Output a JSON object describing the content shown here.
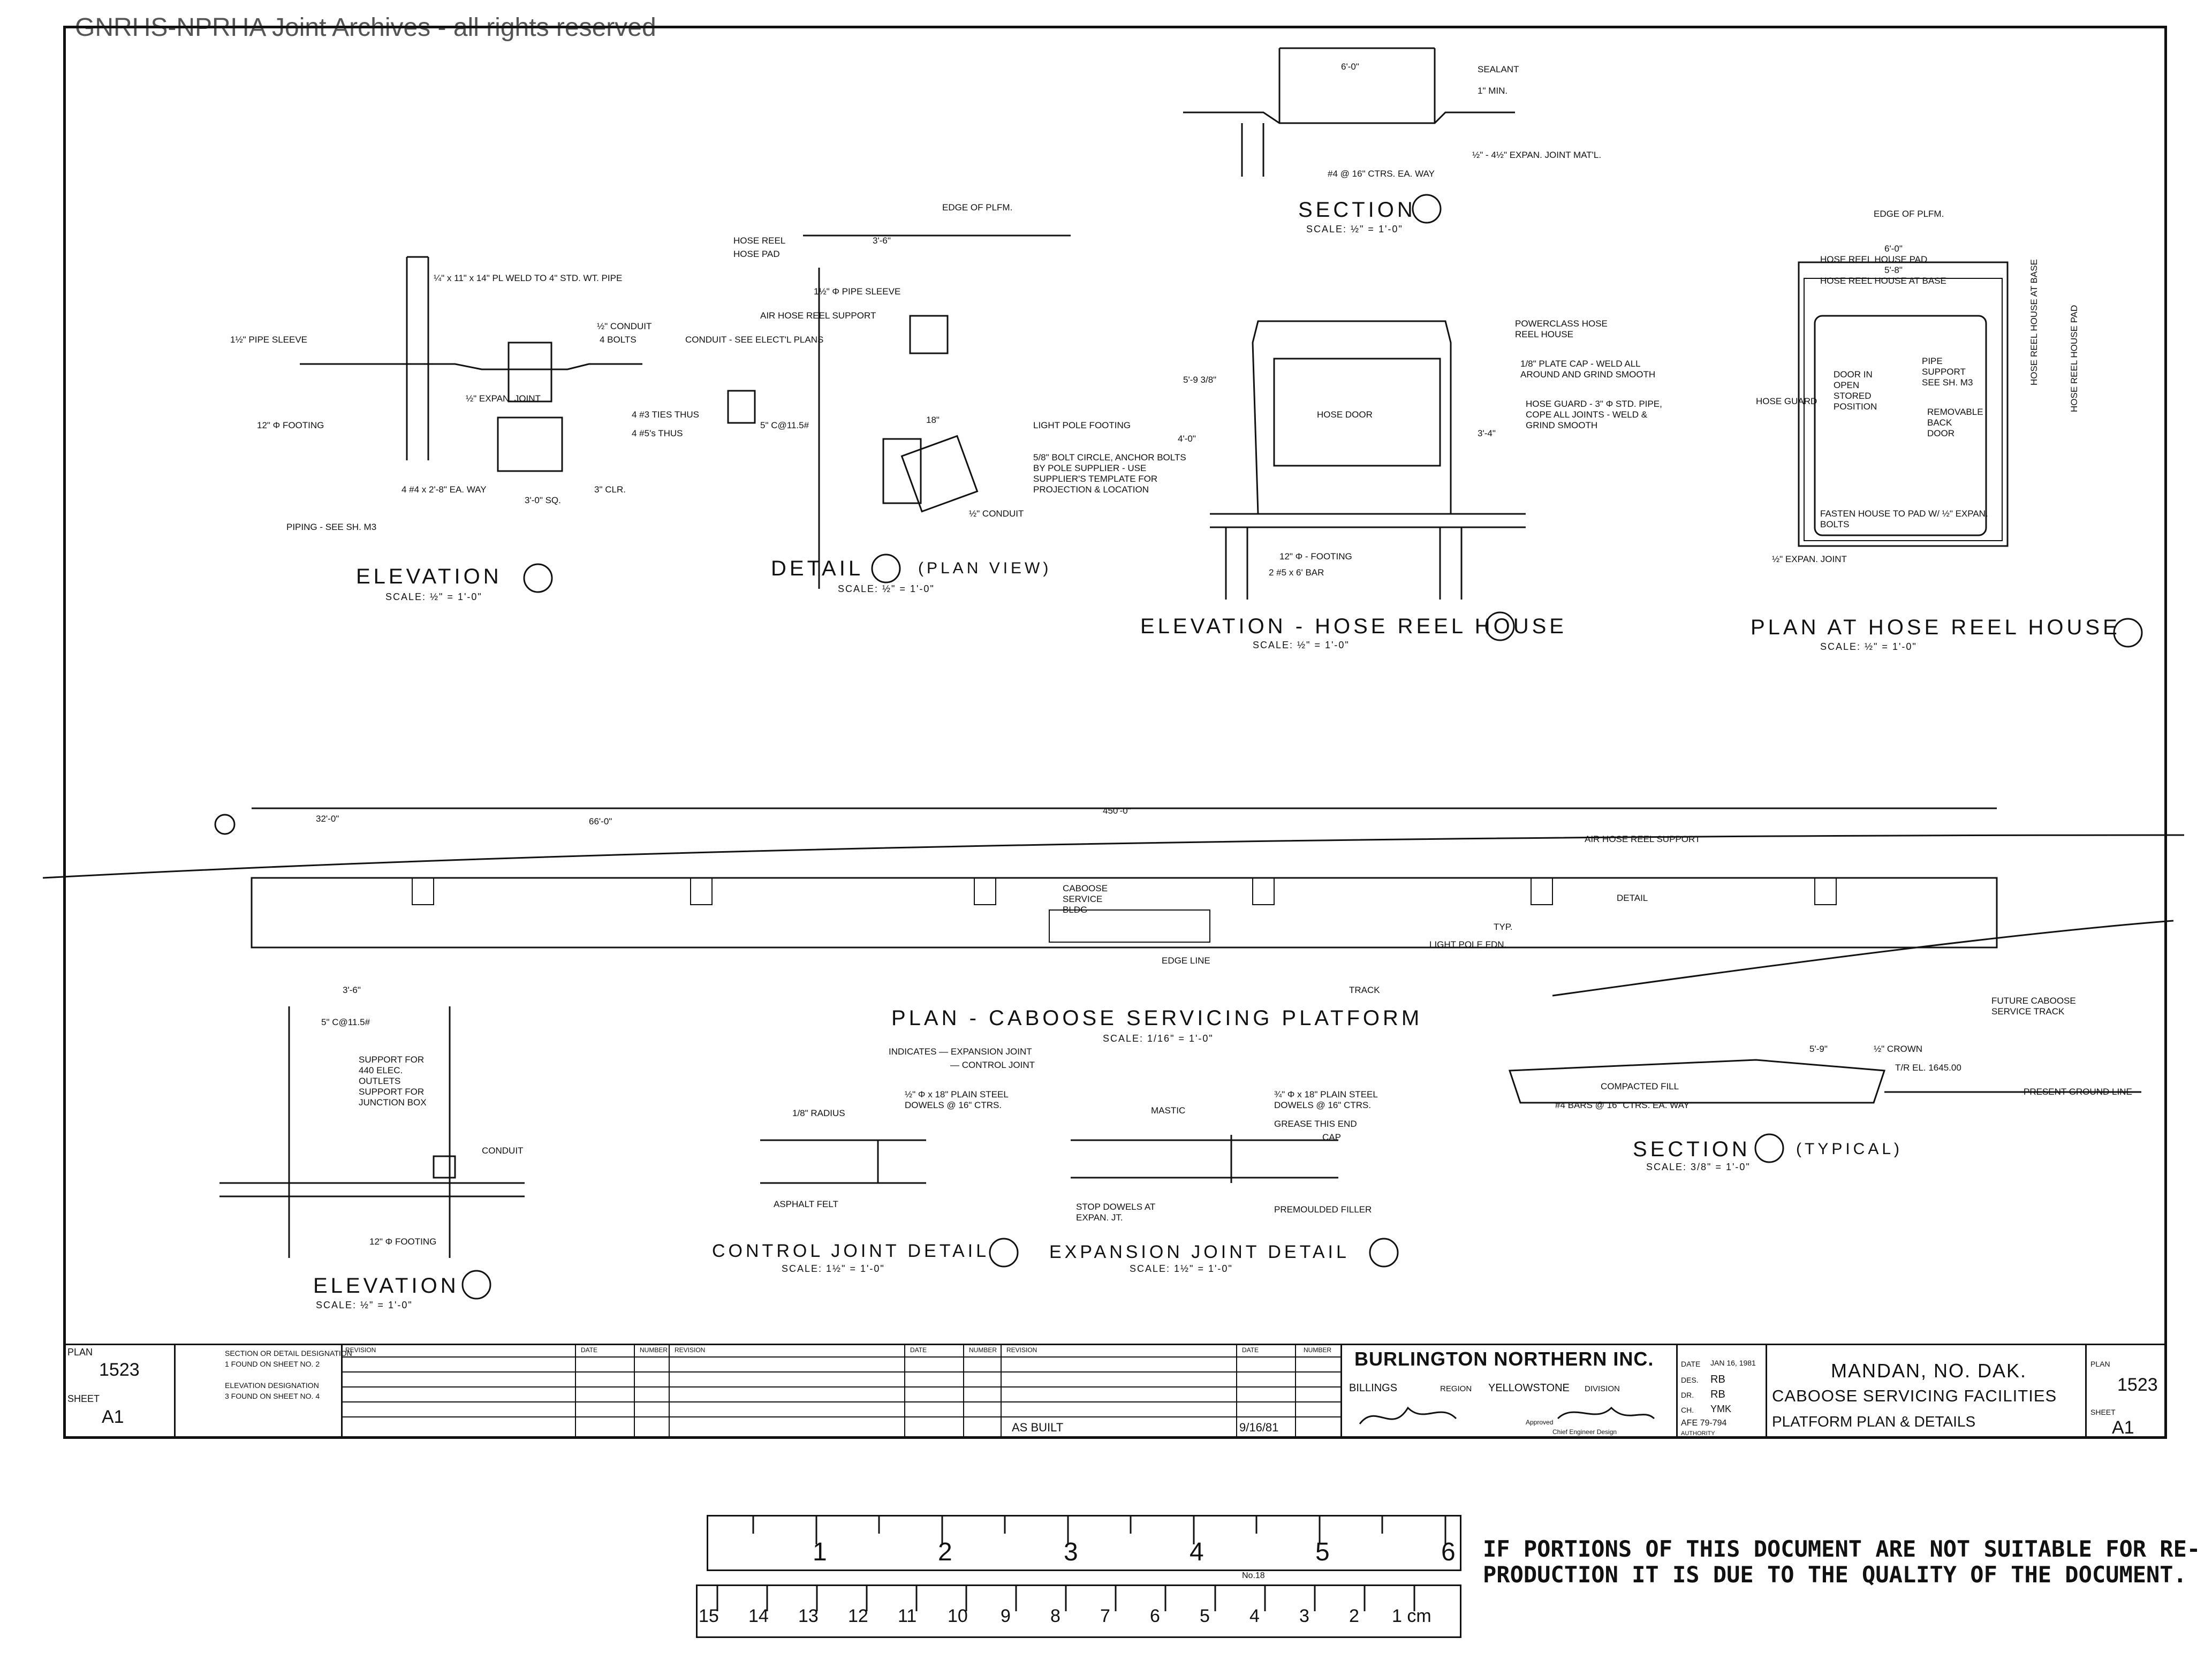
{
  "watermark": "GNRHS-NPRHA Joint Archives - all rights reserved",
  "views": {
    "section_1": {
      "title": "SECTION",
      "scale": "SCALE: ½\" = 1'-0\"",
      "notes": [
        "6'-0\"",
        "SEALANT",
        "1\" MIN.",
        "½\" - 4½\" EXPAN. JOINT MAT'L.",
        "#4 @ 16\" CTRS. EA. WAY"
      ]
    },
    "elevation_7": {
      "title": "ELEVATION",
      "scale": "SCALE: ½\" = 1'-0\"",
      "notes": [
        "¼\" x 11\" x 14\" PL WELD TO 4\" STD. WT. PIPE",
        "½\" CONDUIT",
        "4 BOLTS",
        "1½\" PIPE SLEEVE",
        "½\" EXPAN. JOINT",
        "4 #3 TIES THUS",
        "4 #5's THUS",
        "12\" Φ FOOTING",
        "4 #4 x 2'-8\" EA. WAY",
        "3'-0\" SQ.",
        "3\" CLR.",
        "PIPING - SEE SH. M3"
      ]
    },
    "detail_6": {
      "title": "DETAIL",
      "subtitle": "(PLAN VIEW)",
      "scale": "SCALE: ½\" = 1'-0\"",
      "notes": [
        "EDGE OF PLFM.",
        "HOSE REEL",
        "HOSE PAD",
        "3'-6\"",
        "1½\" Φ PIPE SLEEVE",
        "AIR HOSE REEL SUPPORT",
        "CONDUIT - SEE ELECT'L PLANS",
        "5\" C@11.5#",
        "18\"",
        "LIGHT POLE FOOTING",
        "5/8\" BOLT CIRCLE, ANCHOR BOLTS BY POLE SUPPLIER - USE SUPPLIER'S TEMPLATE FOR PROJECTION & LOCATION",
        "½\" CONDUIT"
      ]
    },
    "elevation_5": {
      "title": "ELEVATION - HOSE REEL HOUSE",
      "scale": "SCALE: ½\" = 1'-0\"",
      "notes": [
        "POWERCLASS HOSE REEL HOUSE",
        "1/8\" PLATE CAP - WELD ALL AROUND AND GRIND SMOOTH",
        "HOSE GUARD - 3\" Φ STD. PIPE, COPE ALL JOINTS - WELD & GRIND SMOOTH",
        "HOSE DOOR",
        "5'-9 3/8\"",
        "4'-0\"",
        "3'-4\"",
        "12\" Φ - FOOTING",
        "2 #5 x 6' BAR"
      ]
    },
    "plan_4": {
      "title": "PLAN AT HOSE REEL HOUSE",
      "scale": "SCALE: ½\" = 1'-0\"",
      "notes": [
        "EDGE OF PLFM.",
        "6'-0\"",
        "5'-8\"",
        "HOSE REEL HOUSE PAD",
        "HOSE REEL HOUSE AT BASE",
        "HOSE GUARD",
        "PIPE SUPPORT SEE SH. M3",
        "DOOR IN OPEN STORED POSITION",
        "REMOVABLE BACK DOOR",
        "FASTEN HOUSE TO PAD W/ ½\" EXPAN. BOLTS",
        "½\" EXPAN. JOINT",
        "HOSE REEL HOUSE AT BASE",
        "HOSE REEL HOUSE PAD"
      ]
    },
    "plan_platform": {
      "title": "PLAN - CABOOSE SERVICING PLATFORM",
      "scale": "SCALE: 1/16\" = 1'-0\"",
      "legend": [
        "INDICATES — EXPANSION JOINT",
        "— CONTROL JOINT"
      ],
      "notes": [
        "450'-0\"",
        "66'-0\"",
        "32'-0\"",
        "CABOOSE SERVICE BLDG",
        "EDGE LINE",
        "TRACK",
        "AIR HOSE REEL SUPPORT",
        "LIGHT POLE FDN.",
        "DETAIL",
        "TYP."
      ]
    },
    "elevation_8": {
      "title": "ELEVATION",
      "scale": "SCALE: ½\" = 1'-0\"",
      "notes": [
        "3'-6\"",
        "5\" C@11.5#",
        "SUPPORT FOR 440 ELEC. OUTLETS SUPPORT FOR JUNCTION BOX",
        "CONDUIT",
        "12\" Φ FOOTING"
      ]
    },
    "control_joint": {
      "title": "CONTROL JOINT DETAIL",
      "scale": "SCALE: 1½\" = 1'-0\"",
      "notes": [
        "1/8\" RADIUS",
        "½\" Φ x 18\" PLAIN STEEL DOWELS @ 16\" CTRS.",
        "ASPHALT FELT"
      ]
    },
    "expansion_joint": {
      "title": "EXPANSION JOINT DETAIL",
      "scale": "SCALE: 1½\" = 1'-0\"",
      "notes": [
        "MASTIC",
        "¾\" Φ x 18\" PLAIN STEEL DOWELS @ 16\" CTRS.",
        "GREASE THIS END",
        "CAP",
        "PREMOULDED FILLER",
        "STOP DOWELS AT EXPAN. JT."
      ]
    },
    "section_2": {
      "title": "SECTION",
      "subtitle": "(TYPICAL)",
      "scale": "SCALE: 3/8\" = 1'-0\"",
      "notes": [
        "FUTURE CABOOSE SERVICE TRACK",
        "½\" CROWN",
        "T/R EL. 1645.00",
        "PRESENT GROUND LINE",
        "COMPACTED FILL",
        "#4 BARS @ 16\" CTRS. EA. WAY",
        "5'-9\""
      ]
    }
  },
  "titleblock": {
    "plan_label": "PLAN",
    "plan_no": "1523",
    "sheet_label": "SHEET",
    "sheet_no": "A1",
    "key": [
      "SECTION OR DETAIL DESIGNATION",
      "1 FOUND ON SHEET NO. 2",
      "ELEVATION DESIGNATION",
      "3 FOUND ON SHEET NO. 4"
    ],
    "rev_headers": [
      "REVISION",
      "DATE",
      "NUMBER",
      "REVISION",
      "DATE",
      "NUMBER",
      "REVISION",
      "DATE",
      "NUMBER"
    ],
    "as_built": "AS BUILT",
    "as_built_date": "9/16/81",
    "company": "BURLINGTON NORTHERN INC.",
    "region_line": [
      "BILLINGS",
      "REGION",
      "YELLOWSTONE",
      "DIVISION"
    ],
    "approved_label": "Approved",
    "engineer_label": "Chief Engineer Design",
    "date_label": "DATE",
    "date": "JAN 16, 1981",
    "des_label": "DES.",
    "des": "RB",
    "dr_label": "DR.",
    "dr": "RB",
    "ch_label": "CH.",
    "ch": "YMK",
    "afe": "AFE 79-794",
    "authority": "AUTHORITY",
    "project": [
      "MANDAN, NO. DAK.",
      "CABOOSE SERVICING FACILITIES",
      "PLATFORM PLAN & DETAILS"
    ]
  },
  "ruler": {
    "inches": [
      "1",
      "2",
      "3",
      "4",
      "5",
      "6"
    ],
    "cm": [
      "1 cm",
      "2",
      "3",
      "4",
      "5",
      "6",
      "7",
      "8",
      "9",
      "10",
      "11",
      "12",
      "13",
      "14",
      "15"
    ],
    "model": "No.18"
  },
  "notice": [
    "IF PORTIONS OF THIS DOCUMENT ARE NOT SUITABLE FOR RE-",
    "PRODUCTION IT IS DUE TO THE QUALITY OF THE DOCUMENT."
  ]
}
